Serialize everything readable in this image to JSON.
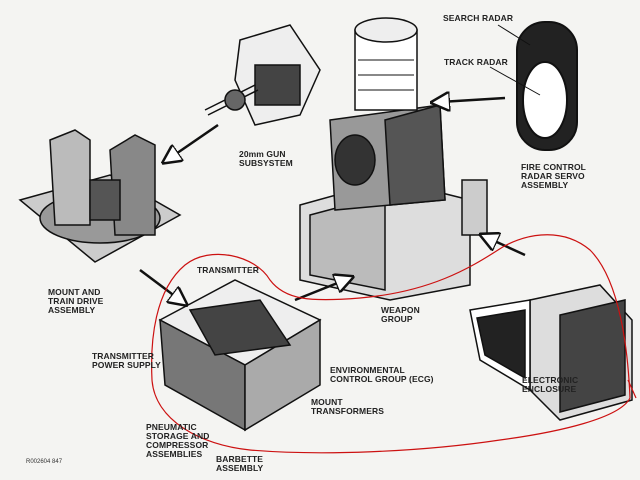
{
  "labels": {
    "search_radar": "SEARCH RADAR",
    "track_radar": "TRACK RADAR",
    "fire_control": "FIRE CONTROL\nRADAR SERVO\nASSEMBLY",
    "gun": "20mm GUN\nSUBSYSTEM",
    "mount": "MOUNT AND\nTRAIN DRIVE\nASSEMBLY",
    "transmitter": "TRANSMITTER",
    "weapon_group": "WEAPON\nGROUP",
    "transmitter_ps": "TRANSMITTER\nPOWER SUPPLY",
    "ecg": "ENVIRONMENTAL\nCONTROL GROUP (ECG)",
    "mount_transformers": "MOUNT\nTRANSFORMERS",
    "electronic_enclosure": "ELECTRONIC\nENCLOSURE",
    "pneumatic": "PNEUMATIC\nSTORAGE AND\nCOMPRESSOR\nASSEMBLIES",
    "barbette": "BARBETTE\nASSEMBLY"
  },
  "figure_code": "R002604 847",
  "colors": {
    "ink": "#1a1a1a",
    "annotation": "#cc1111",
    "paper": "#f4f4f2"
  }
}
